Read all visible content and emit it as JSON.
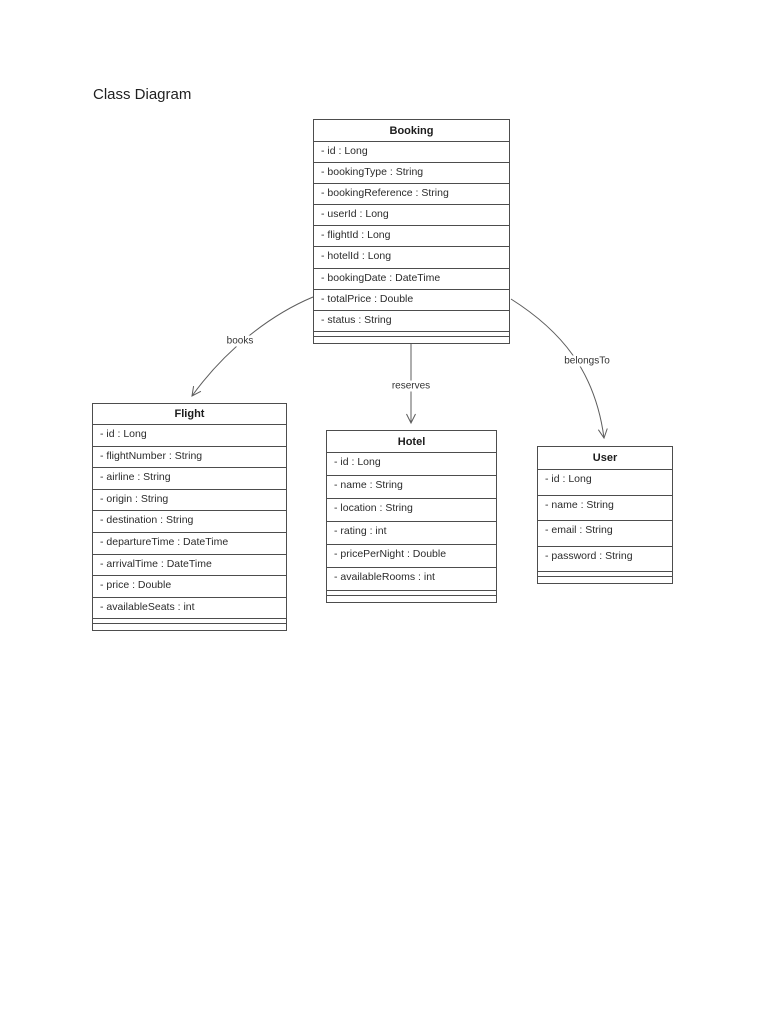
{
  "page": {
    "title": "Class Diagram"
  },
  "colors": {
    "box_border": "#4d4d4d",
    "edge": "#5c5c5c",
    "text": "#262626",
    "bg": "#ffffff"
  },
  "diagram": {
    "classes": [
      {
        "name": "Booking",
        "attributes": [
          "- id : Long",
          "- bookingType : String",
          "- bookingReference : String",
          "- userId : Long",
          "- flightId : Long",
          "- hotelId : Long",
          "- bookingDate : DateTime",
          "- totalPrice : Double",
          "- status : String"
        ]
      },
      {
        "name": "Flight",
        "attributes": [
          "- id : Long",
          "- flightNumber : String",
          "- airline : String",
          "- origin : String",
          "- destination : String",
          "- departureTime : DateTime",
          "- arrivalTime : DateTime",
          "- price : Double",
          "- availableSeats : int"
        ]
      },
      {
        "name": "Hotel",
        "attributes": [
          "- id : Long",
          "- name : String",
          "- location : String",
          "- rating : int",
          "- pricePerNight : Double",
          "- availableRooms : int"
        ]
      },
      {
        "name": "User",
        "attributes": [
          "- id : Long",
          "- name : String",
          "- email : String",
          "- password : String"
        ]
      }
    ],
    "relationships": [
      {
        "from": "Booking",
        "to": "Flight",
        "label": "books"
      },
      {
        "from": "Booking",
        "to": "Hotel",
        "label": "reserves"
      },
      {
        "from": "Booking",
        "to": "User",
        "label": "belongsTo"
      }
    ]
  }
}
